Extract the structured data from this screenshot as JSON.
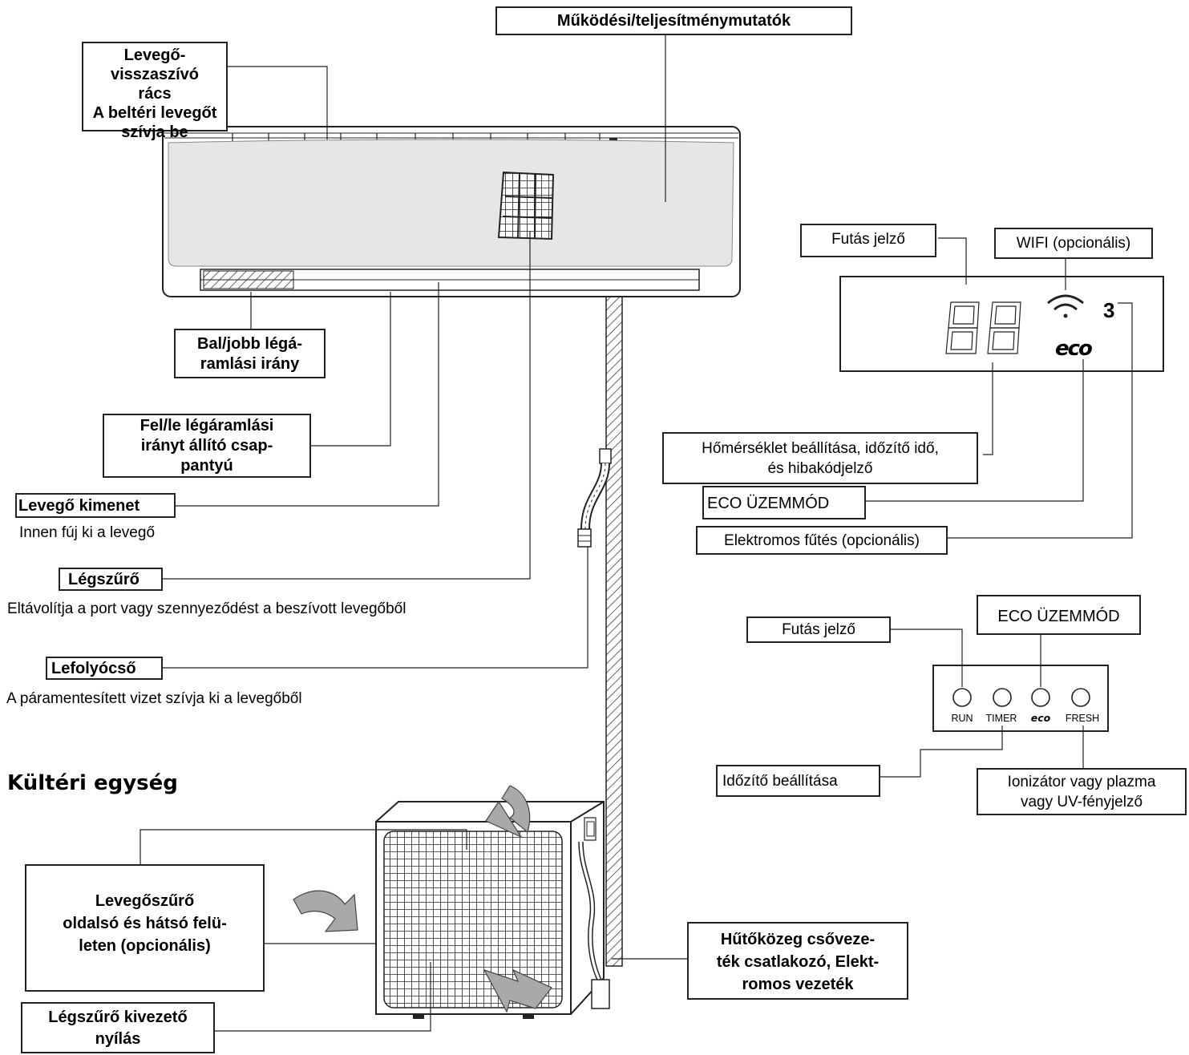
{
  "indoor": {
    "performance_indicators": "Működési/teljesítménymutatók",
    "return_grille": [
      "Levegő-visszaszívó",
      "rács",
      "A beltéri levegőt",
      "szívja be"
    ],
    "lr_airflow": [
      "Bal/jobb légá-",
      "ramlási irány"
    ],
    "ud_louver": [
      "Fel/le légáramlási",
      "irányt állító csap-",
      "pantyú"
    ],
    "air_outlet": {
      "title": "Levegő kimenet",
      "desc": "Innen fúj ki a levegő"
    },
    "air_filter": {
      "title": "Légszűrő",
      "desc": "Eltávolítja a port vagy szennyeződést a beszívott levegőből"
    },
    "drain_hose": {
      "title": "Lefolyócső",
      "desc": "A páramentesített vizet szívja ki a levegőből"
    }
  },
  "display1": {
    "digits": "88",
    "eco_glyph": "eco",
    "heater_glyph": "3",
    "run_indicator": "Futás jelző",
    "wifi": "WIFI (opcionális)",
    "temp_timer_error": [
      "Hőmérséklet beállítása, időzítő idő,",
      "és hibakódjelző"
    ],
    "eco_mode": "ECO ÜZEMMÓD",
    "electric_heating": "Elektromos fűtés (opcionális)"
  },
  "display2": {
    "run_indicator": "Futás jelző",
    "eco_mode": "ECO ÜZEMMÓD",
    "buttons": [
      "RUN",
      "TIMER",
      "eco",
      "FRESH"
    ],
    "timer_setting": "Időzítő beállítása",
    "ionizer": [
      "Ionizátor vagy plazma",
      "vagy UV-fényjelző"
    ]
  },
  "outdoor": {
    "heading": "Kültéri egység",
    "side_back_filter": [
      "Levegőszűrő",
      "oldalsó és hátsó felü-",
      "leten (opcionális)"
    ],
    "filter_outlet": [
      "Légszűrő kivezető",
      "nyílás"
    ],
    "refrigerant": [
      "Hűtőközeg csőveze-",
      "ték csatlakozó, Elekt-",
      "romos vezeték"
    ]
  },
  "colors": {
    "line": "#222222",
    "panel": "#e6e6e6",
    "arrow": "#a9a9a9"
  }
}
